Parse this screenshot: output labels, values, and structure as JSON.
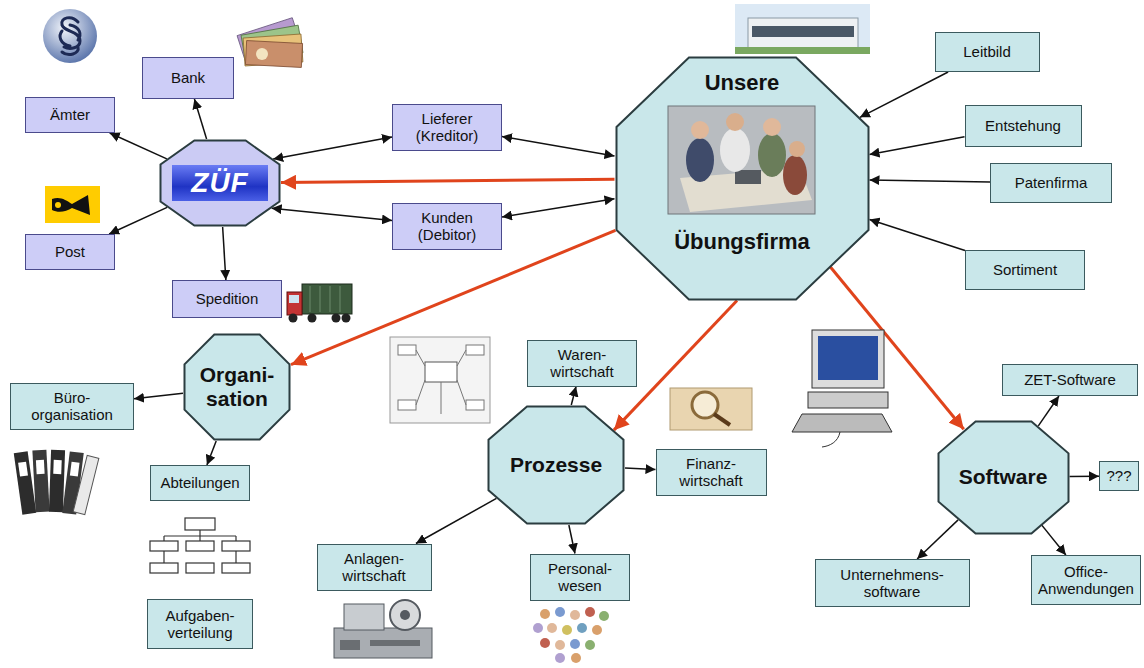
{
  "diagram": {
    "nodes": [
      {
        "text": [
          "Bank"
        ]
      },
      {
        "text": [
          "Ämter"
        ]
      },
      {
        "text": [
          "ZÜF"
        ]
      },
      {
        "text": [
          "Post"
        ]
      },
      {
        "text": [
          "Spedition"
        ]
      },
      {
        "text": [
          "Lieferer (Kreditor)"
        ]
      },
      {
        "text": [
          "Kunden (Debitor)"
        ]
      },
      {
        "text": [
          "Unsere",
          "Übungsfirma"
        ]
      },
      {
        "text": [
          "Leitbild"
        ]
      },
      {
        "text": [
          "Entstehung"
        ]
      },
      {
        "text": [
          "Patenfirma"
        ]
      },
      {
        "text": [
          "Sortiment"
        ]
      },
      {
        "text": [
          "Organi- sation"
        ]
      },
      {
        "text": [
          "Büro- organisation"
        ]
      },
      {
        "text": [
          "Abteilungen"
        ]
      },
      {
        "text": [
          "Aufgaben- verteilung"
        ]
      },
      {
        "text": [
          "Waren- wirtschaft"
        ]
      },
      {
        "text": [
          "Prozesse"
        ]
      },
      {
        "text": [
          "Finanz- wirtschaft"
        ]
      },
      {
        "text": [
          "Anlagen- wirtschaft"
        ]
      },
      {
        "text": [
          "Personal- wesen"
        ]
      },
      {
        "text": [
          "Software"
        ]
      },
      {
        "text": [
          "ZET-Software"
        ]
      },
      {
        "text": [
          "???"
        ]
      },
      {
        "text": [
          "Unternehmens- software"
        ]
      },
      {
        "text": [
          "Office- Anwendungen"
        ]
      }
    ],
    "edges": [
      {
        "from": 2,
        "to": 1,
        "arrow": "to"
      },
      {
        "from": 2,
        "to": 0,
        "arrow": "to"
      },
      {
        "from": 2,
        "to": 3,
        "arrow": "to"
      },
      {
        "from": 2,
        "to": 4,
        "arrow": "to"
      },
      {
        "from": 2,
        "to": 5,
        "arrow": "both"
      },
      {
        "from": 5,
        "to": 7,
        "arrow": "both"
      },
      {
        "from": 2,
        "to": 6,
        "arrow": "both"
      },
      {
        "from": 6,
        "to": 7,
        "arrow": "both"
      },
      {
        "from": 7,
        "to": 2,
        "arrow": "to"
      },
      {
        "from": 8,
        "to": 7,
        "arrow": "to"
      },
      {
        "from": 9,
        "to": 7,
        "arrow": "to"
      },
      {
        "from": 10,
        "to": 7,
        "arrow": "to"
      },
      {
        "from": 11,
        "to": 7,
        "arrow": "to"
      },
      {
        "from": 7,
        "to": 12,
        "arrow": "to"
      },
      {
        "from": 7,
        "to": 17,
        "arrow": "to"
      },
      {
        "from": 7,
        "to": 21,
        "arrow": "to"
      },
      {
        "from": 12,
        "to": 13,
        "arrow": "to"
      },
      {
        "from": 12,
        "to": 14,
        "arrow": "to"
      },
      {
        "from": 17,
        "to": 16,
        "arrow": "to"
      },
      {
        "from": 17,
        "to": 18,
        "arrow": "to"
      },
      {
        "from": 17,
        "to": 19,
        "arrow": "to"
      },
      {
        "from": 17,
        "to": 20,
        "arrow": "to"
      },
      {
        "from": 21,
        "to": 22,
        "arrow": "to"
      },
      {
        "from": 21,
        "to": 23,
        "arrow": "to"
      },
      {
        "from": 21,
        "to": 24,
        "arrow": "to"
      },
      {
        "from": 21,
        "to": 25,
        "arrow": "to"
      }
    ]
  }
}
